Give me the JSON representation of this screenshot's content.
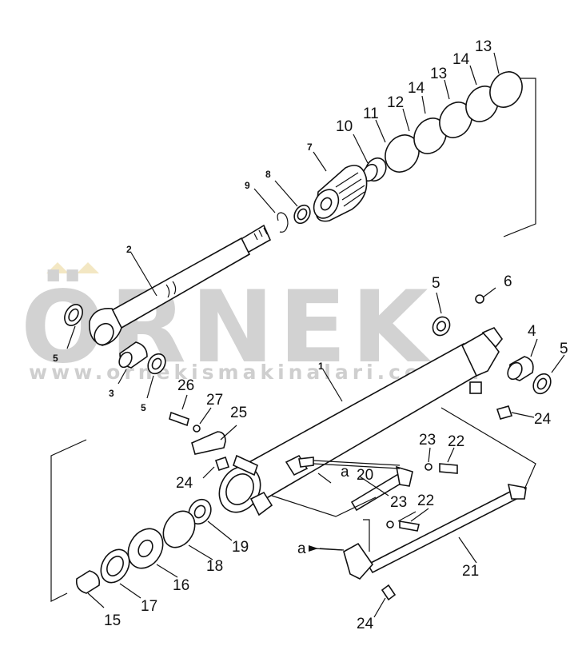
{
  "watermark": {
    "brand": "ÖRNEK",
    "url": "www.ornekismakinalari.com.tr",
    "accent_color": "#f3e7c3"
  },
  "callouts": {
    "p1": "1",
    "p2": "2",
    "p3": "3",
    "p4": "4",
    "p5": "5",
    "p6": "6",
    "p7": "7",
    "p8": "8",
    "p9": "9",
    "p10": "10",
    "p11": "11",
    "p12": "12",
    "p13": "13",
    "p14": "14",
    "p15": "15",
    "p16": "16",
    "p17": "17",
    "p18": "18",
    "p19": "19",
    "p20": "20",
    "p21": "21",
    "p22": "22",
    "p23": "23",
    "p24": "24",
    "p25": "25",
    "p26": "26",
    "p27": "27",
    "a": "a"
  }
}
